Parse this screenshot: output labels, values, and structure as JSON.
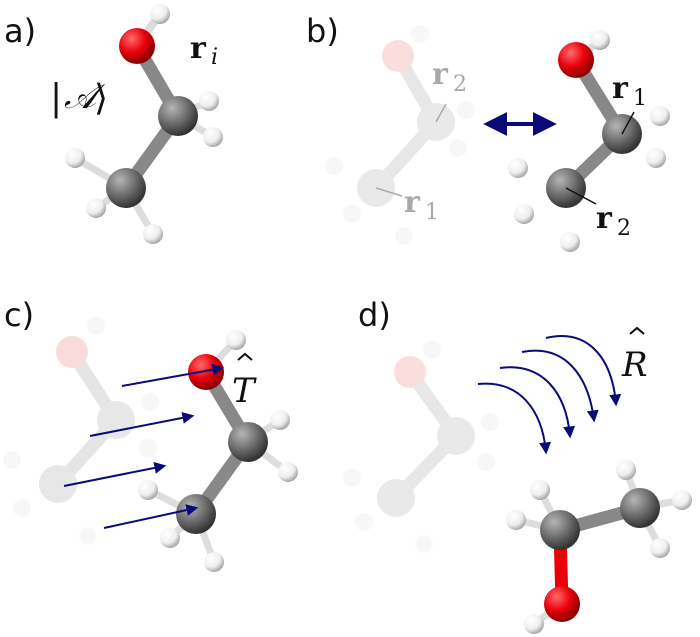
{
  "panels": {
    "a": {
      "label": "a)",
      "ket_open": "|",
      "ket_symbol": "𝒜",
      "ket_close": "⟩",
      "position_symbol": "r",
      "position_subscript": "i"
    },
    "b": {
      "label": "b)",
      "left_r2_symbol": "r",
      "left_r2_subscript": "2",
      "left_r1_symbol": "r",
      "left_r1_subscript": "1",
      "right_r1_symbol": "r",
      "right_r1_subscript": "1",
      "right_r2_symbol": "r",
      "right_r2_subscript": "2"
    },
    "c": {
      "label": "c)",
      "operator": "T"
    },
    "d": {
      "label": "d)",
      "operator": "R"
    }
  },
  "colors": {
    "oxygen": "#e8000b",
    "carbon": "#6e6e6e",
    "hydrogen": "#f2f2f2",
    "bond_gray": "#7a7a7a",
    "arrow_navy": "#0a0a78",
    "faded_oxygen": "#f5b5b5",
    "faded_carbon": "#e6e6e6"
  }
}
